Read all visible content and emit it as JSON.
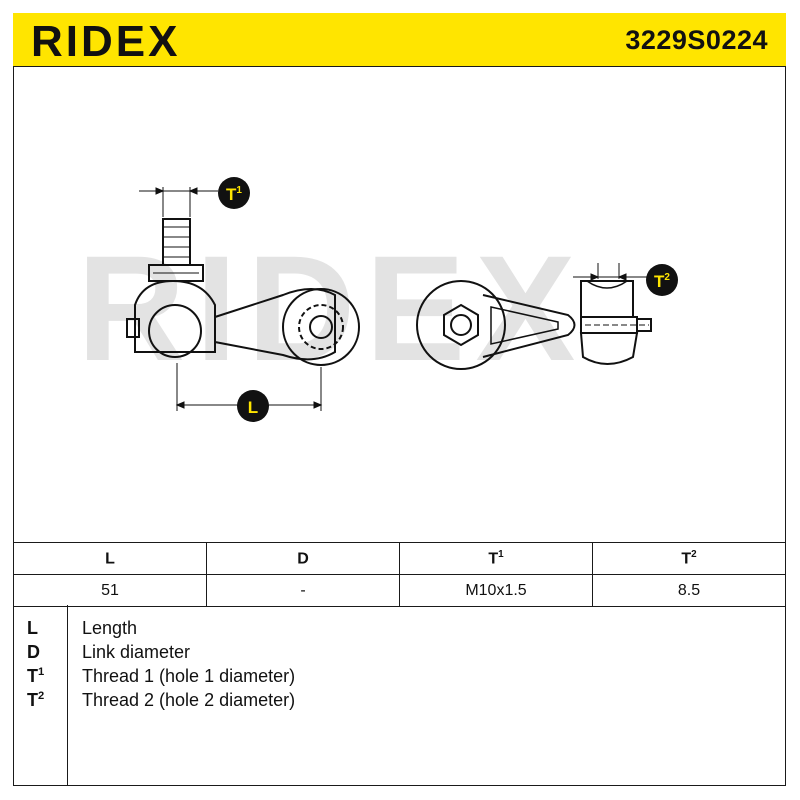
{
  "header": {
    "brand": "RIDEX",
    "part_number": "3229S0224",
    "background": "#ffe500"
  },
  "drawing": {
    "watermark": "RIDEX",
    "callouts": {
      "t1": {
        "base": "T",
        "sup": "1"
      },
      "t2": {
        "base": "T",
        "sup": "2"
      },
      "l": {
        "base": "L",
        "sup": ""
      }
    }
  },
  "specs": {
    "headers": [
      {
        "base": "L",
        "sup": ""
      },
      {
        "base": "D",
        "sup": ""
      },
      {
        "base": "T",
        "sup": "1"
      },
      {
        "base": "T",
        "sup": "2"
      }
    ],
    "values": [
      "51",
      "-",
      "M10x1.5",
      "8.5"
    ]
  },
  "legend": [
    {
      "key": "L",
      "sup": "",
      "text": "Length"
    },
    {
      "key": "D",
      "sup": "",
      "text": "Link diameter"
    },
    {
      "key": "T",
      "sup": "1",
      "text": "Thread 1 (hole 1 diameter)"
    },
    {
      "key": "T",
      "sup": "2",
      "text": "Thread 2 (hole 2 diameter)"
    }
  ]
}
